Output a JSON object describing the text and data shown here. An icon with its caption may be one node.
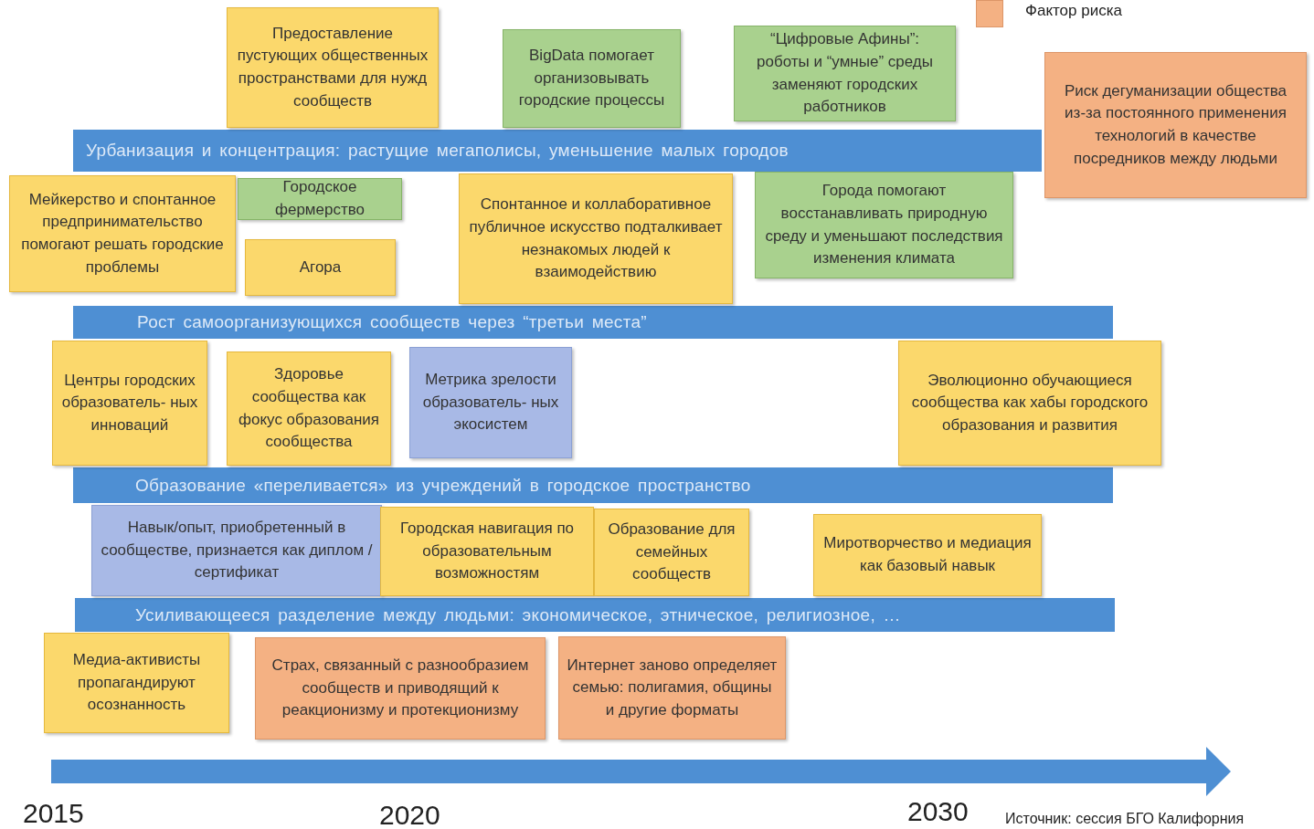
{
  "diagram": {
    "nodes": [
      {
        "text": [
          "Предоставление пустующих общественных пространствами для нужд сообществ"
        ]
      },
      {
        "text": [
          "BigData помогает организовывать городские процессы"
        ]
      },
      {
        "text": [
          "“Цифровые Афины”: роботы и “умные” среды заменяют городских работников"
        ]
      },
      {
        "text": [
          "Риск дегуманизации общества из-за постоянного применения технологий в качестве посредников между людьми"
        ]
      },
      {
        "text": [
          "Урбанизация и концентрация: растущие мегаполисы, уменьшение малых городов"
        ]
      },
      {
        "text": [
          "Мейкерство и спонтанное предпринимательство помогают решать городские проблемы"
        ]
      },
      {
        "text": [
          "Городское фермерство"
        ]
      },
      {
        "text": [
          "Агора"
        ]
      },
      {
        "text": [
          "Спонтанное и коллаборативное публичное искусство подталкивает незнакомых людей к взаимодействию"
        ]
      },
      {
        "text": [
          "Города помогают восстанавливать природную среду и уменьшают последствия изменения климата"
        ]
      },
      {
        "text": [
          "Рост самоорганизующихся сообществ через “третьи места”"
        ]
      },
      {
        "text": [
          "Центры городских образователь- ных инноваций"
        ]
      },
      {
        "text": [
          "Здоровье сообщества как фокус образования сообщества"
        ]
      },
      {
        "text": [
          "Метрика зрелости образователь- ных экосистем"
        ]
      },
      {
        "text": [
          "Эволюционно обучающиеся сообщества как хабы городского образования и развития"
        ]
      },
      {
        "text": [
          "Образование «переливается» из учреждений в городское пространство"
        ]
      },
      {
        "text": [
          "Навык/опыт, приобретенный в сообществе, признается как диплом / сертификат"
        ]
      },
      {
        "text": [
          "Городская навигация по образовательным возможностям"
        ]
      },
      {
        "text": [
          "Образование для семейных сообществ"
        ]
      },
      {
        "text": [
          "Миротворчество и медиация как базовый навык"
        ]
      },
      {
        "text": [
          "Усиливающееся разделение между людьми: экономическое, этническое, религиозное, …"
        ]
      },
      {
        "text": [
          "Медиа-активисты пропагандируют осознанность"
        ]
      },
      {
        "text": [
          "Страх, связанный с разнообразием сообществ и приводящий к реакционизму и протекционизму"
        ]
      },
      {
        "text": [
          "Интернет заново определяет семью: полигамия, общины и другие форматы"
        ]
      }
    ],
    "labels": [
      "2015",
      "2020",
      "2030",
      "Источник: сессия БГО Калифорния"
    ],
    "legend": [
      {
        "text": "Фактор риска",
        "color": "#f4b183"
      }
    ]
  }
}
